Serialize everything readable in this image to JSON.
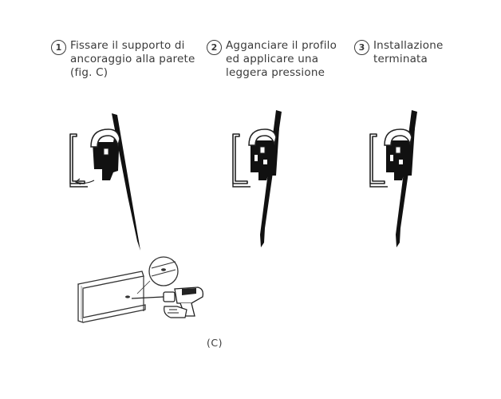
{
  "steps": [
    {
      "number": "1",
      "lines": [
        "Fissare il supporto di",
        "ancoraggio alla parete",
        "(fig. C)"
      ]
    },
    {
      "number": "2",
      "lines": [
        "Agganciare il profilo",
        "ed applicare una",
        "leggera pressione"
      ]
    },
    {
      "number": "3",
      "lines": [
        "Installazione",
        "terminata"
      ]
    }
  ],
  "figure_caption": "(C)",
  "colors": {
    "ink": "#111111",
    "text": "#3a3a3a",
    "line": "#222222"
  },
  "icons": [
    "mounting-bracket-icon",
    "aluminium-profile-icon",
    "drill-icon",
    "arrow-icon",
    "magnifier-circle-icon"
  ]
}
